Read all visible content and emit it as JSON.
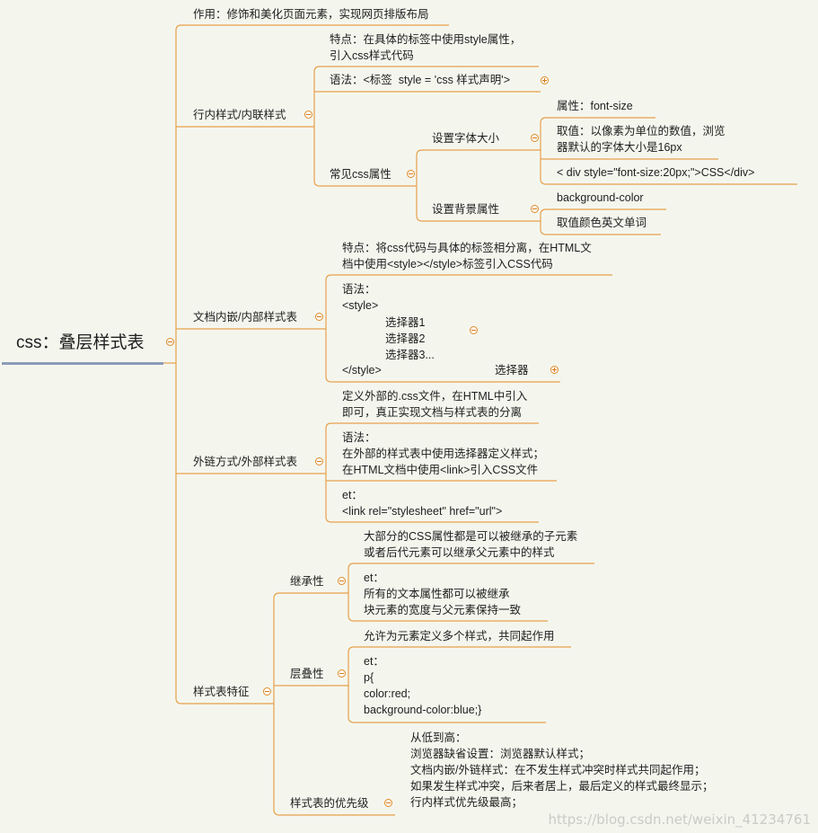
{
  "root": "css：叠层样式表",
  "nodes": {
    "zuoyong": "作用：修饰和美化页面元素，实现网页排版布局",
    "hangnei": "行内样式/内联样式",
    "hn_tedian": "特点：在具体的标签中使用style属性，\n引入css样式代码",
    "hn_yufa": "语法：<标签  style = 'css 样式声明'>",
    "hn_changjian": "常见css属性",
    "font_size": "设置字体大小",
    "fs_shuxing": "属性：font-size",
    "fs_quzhi": "取值：以像素为单位的数值，浏览\n器默认的字体大小是16px",
    "fs_example": "< div style=\"font-size:20px;\">CSS</div>",
    "bg": "设置背景属性",
    "bg_name": "background-color",
    "bg_quzhi": "取值颜色英文单词",
    "wendang": "文档内嵌/内部样式表",
    "wd_tedian": "特点：将css代码与具体的标签相分离，在HTML文\n档中使用<style></style>标签引入CSS代码",
    "wd_yufa": "语法：\n<style>\n\n\n\n</style>",
    "selectors": "选择器1\n选择器2\n选择器3...",
    "wd_selector": "选择器",
    "wailian": "外链方式/外部样式表",
    "wl_define": "定义外部的.css文件，在HTML中引入\n即可，真正实现文档与样式表的分离",
    "wl_yufa": "语法：\n在外部的样式表中使用选择器定义样式；\n在HTML文档中使用<link>引入CSS文件",
    "wl_et": "et：\n<link rel=\"stylesheet\" href=\"url\">",
    "tezheng": "样式表特征",
    "jicheng": "继承性",
    "jc_desc": "大部分的CSS属性都是可以被继承的子元素\n或者后代元素可以继承父元素中的样式",
    "jc_et": "et：\n所有的文本属性都可以被继承\n块元素的宽度与父元素保持一致",
    "cengdie": "层叠性",
    "cd_desc": "允许为元素定义多个样式，共同起作用",
    "cd_et": "et：\np{\ncolor:red;\nbackground-color:blue;}",
    "youxian": "样式表的优先级",
    "yx_desc": "从低到高：\n浏览器缺省设置：浏览器默认样式；\n文档内嵌/外链样式：在不发生样式冲突时样式共同起作用；\n如果发生样式冲突，后来者居上，最后定义的样式最终显示；\n行内样式优先级最高；"
  },
  "watermark": "https://blog.csdn.net/weixin_41234761",
  "colors": {
    "line": "#e8a04a",
    "root_underline": "#8a9cb8",
    "toggle": "#e08a26",
    "background": "#f4f6ee"
  }
}
